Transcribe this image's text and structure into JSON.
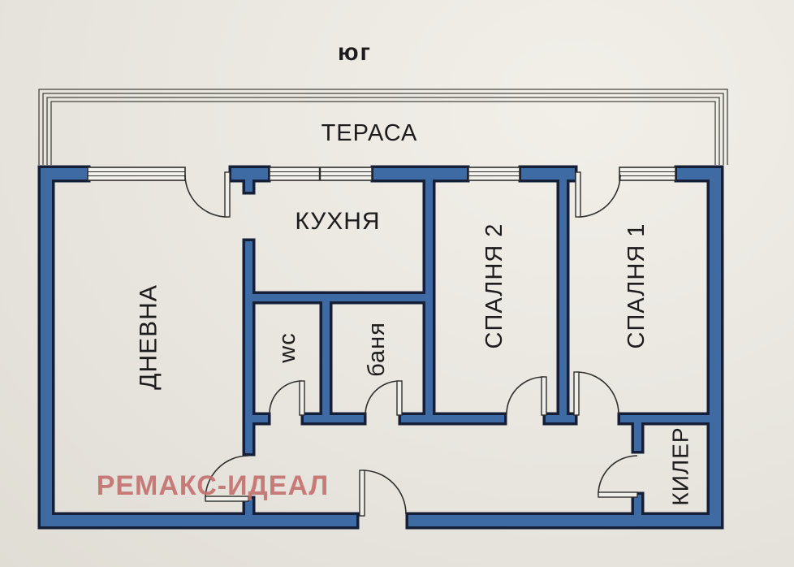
{
  "plan": {
    "compass": {
      "label": "юг"
    },
    "watermark": {
      "label": "РЕМАКС-ИДЕАЛ",
      "color": "#c3706e"
    },
    "colors": {
      "paper": "#e9e6e0",
      "wall_fill": "#3e6ba3",
      "wall_outline": "#161f38",
      "line": "#2e2e2c",
      "text": "#1c1c1c",
      "watermark": "#c3706e"
    },
    "rooms": [
      {
        "id": "terrace",
        "label": "ТЕРАСА"
      },
      {
        "id": "living",
        "label": "ДНЕВНА"
      },
      {
        "id": "kitchen",
        "label": "КУХНЯ"
      },
      {
        "id": "wc",
        "label": "wc"
      },
      {
        "id": "bath",
        "label": "баня"
      },
      {
        "id": "bedroom2",
        "label": "СПАЛНЯ 2"
      },
      {
        "id": "bedroom1",
        "label": "СПАЛНЯ 1"
      },
      {
        "id": "closet",
        "label": "КИЛЕР"
      }
    ]
  }
}
